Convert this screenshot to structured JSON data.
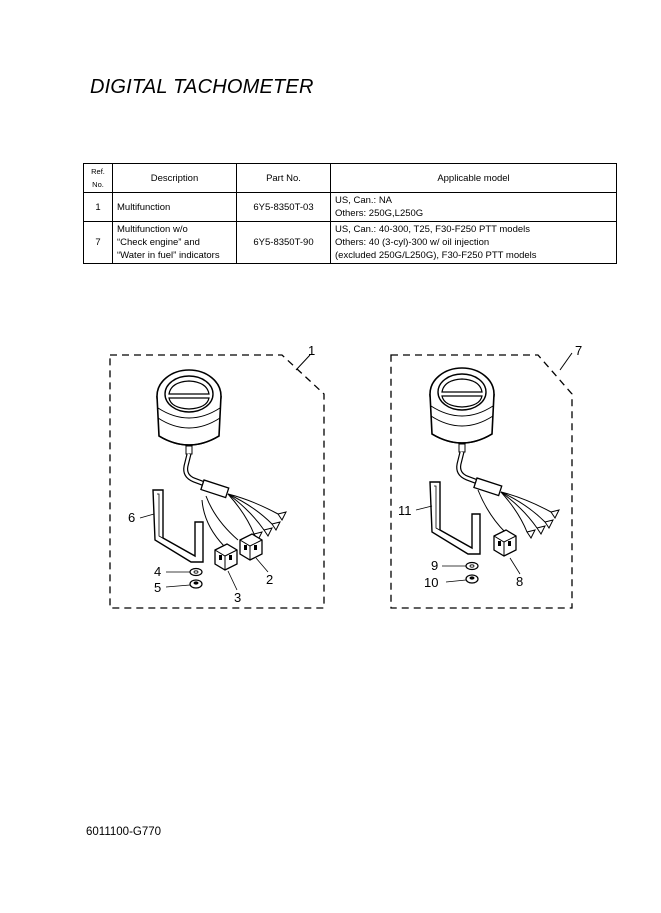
{
  "title": "DIGITAL TACHOMETER",
  "table": {
    "headers": [
      "Ref. No.",
      "Description",
      "Part No.",
      "Applicable model"
    ],
    "rows": [
      {
        "ref": "1",
        "description": [
          "Multifunction"
        ],
        "part_no": "6Y5-8350T-03",
        "models": [
          "US, Can.: NA",
          "Others:  250G,L250G"
        ]
      },
      {
        "ref": "7",
        "description": [
          "Multifunction w/o",
          "“Check engine” and",
          "“Water in fuel” indicators"
        ],
        "part_no": "6Y5-8350T-90",
        "models": [
          "US, Can.: 40-300, T25, F30-F250 PTT models",
          "Others:  40 (3-cyl)-300 w/ oil injection",
          "(excluded 250G/L250G), F30-F250 PTT models"
        ]
      }
    ]
  },
  "figure_left": {
    "kit_ref": "1",
    "callouts": [
      "6",
      "4",
      "5",
      "3",
      "2"
    ]
  },
  "figure_right": {
    "kit_ref": "7",
    "callouts": [
      "11",
      "9",
      "10",
      "8"
    ]
  },
  "footer_code": "6011100-G770"
}
